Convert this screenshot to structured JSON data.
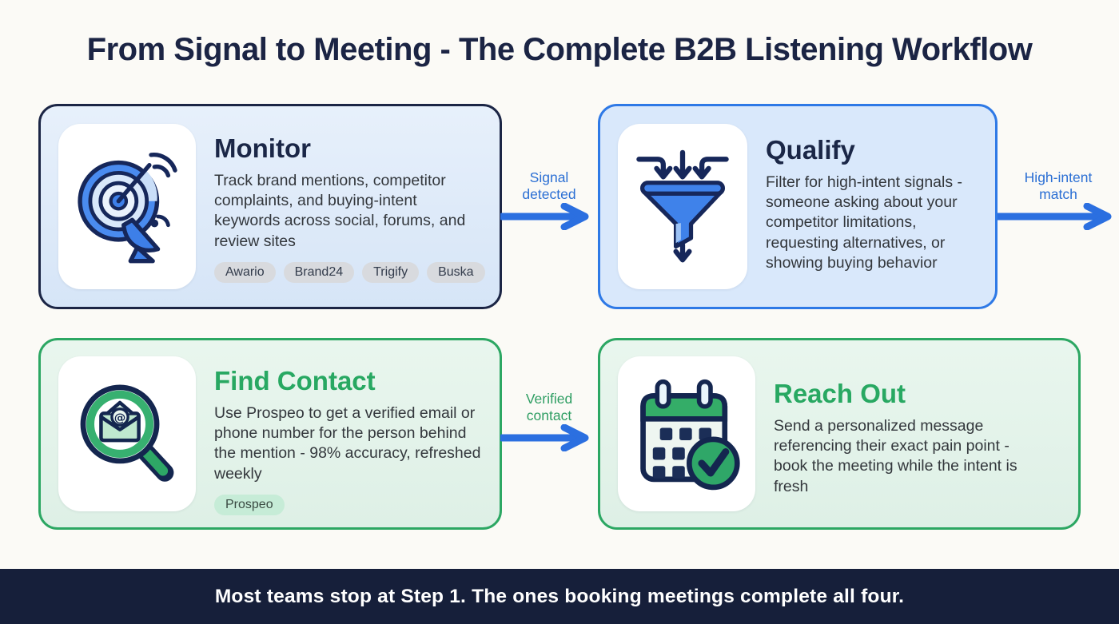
{
  "page": {
    "title": "From Signal to Meeting - The Complete B2B Listening Workflow",
    "footer_note": "Most teams stop at Step 1. The ones booking meetings complete all four."
  },
  "colors": {
    "navy": "#1b2545",
    "blue_accent": "#2e79e6",
    "blue_card_bg": "#d9e8fb",
    "green_accent": "#2ca763",
    "green_card_bg": "#e4f3ea",
    "footer_bg": "#161f3a",
    "tag_gray_bg": "#d8dade",
    "tag_green_bg": "#c6ecd7",
    "arrow_blue": "#2b6fe0",
    "label_blue": "#2b6fd4",
    "label_green": "#2f9e63"
  },
  "cards": [
    {
      "title": "Monitor",
      "description": "Track brand mentions, competitor complaints, and buying-intent keywords across social, forums, and review sites",
      "tags": [
        "Awario",
        "Brand24",
        "Trigify",
        "Buska"
      ],
      "icon": "radar-icon",
      "theme": "navy"
    },
    {
      "title": "Qualify",
      "description": "Filter for high-intent signals - someone asking about your competitor limitations, requesting alternatives, or showing buying behavior",
      "tags": [],
      "icon": "funnel-icon",
      "theme": "blue"
    },
    {
      "title": "Find Contact",
      "description": "Use Prospeo to get a verified email or phone number for the person behind the mention - 98% accuracy, refreshed weekly",
      "tags": [
        "Prospeo"
      ],
      "icon": "email-search-icon",
      "theme": "green"
    },
    {
      "title": "Reach Out",
      "description": "Send a personalized message referencing their exact pain point - book the meeting while the intent is fresh",
      "tags": [],
      "icon": "calendar-check-icon",
      "theme": "green"
    }
  ],
  "arrows": [
    {
      "label": "Signal detected",
      "label_color": "blue"
    },
    {
      "label": "High-intent match",
      "label_color": "blue"
    },
    {
      "label": "Verified contact",
      "label_color": "green"
    }
  ]
}
